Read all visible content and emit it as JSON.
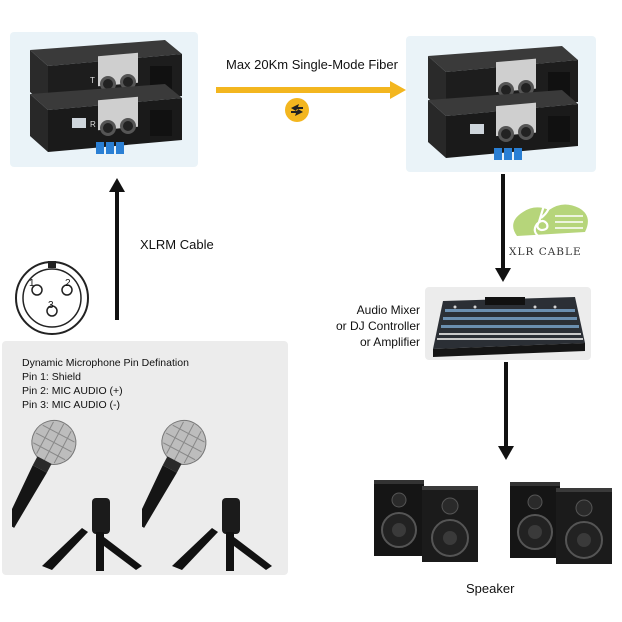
{
  "labels": {
    "fiber": "Max 20Km Single-Mode Fiber",
    "xlrm_cable": "XLRM Cable",
    "xlr_cable_logo": "XLR CABLE",
    "mixer_line1": "Audio Mixer",
    "mixer_line2": "or DJ Controller",
    "mixer_line3": "or Amplifier",
    "speaker": "Speaker"
  },
  "pinout": {
    "title": "Dynamic Microphone Pin Defination",
    "pins": [
      "Pin 1: Shield",
      "Pin 2: MIC AUDIO (+)",
      "Pin 3: MIC AUDIO (-)"
    ],
    "numbers": [
      "1",
      "2",
      "3"
    ]
  },
  "device_marks": {
    "top": "T",
    "bottom": "R"
  },
  "icons": {
    "fiber_badge": "bidirectional-arrows-icon",
    "logo": "treble-clef-icon",
    "connector": "xlr-connector-icon"
  },
  "colors": {
    "fiber_arrow": "#f3b61f",
    "panel_blue": "#eaf3f8",
    "panel_grey": "#ececec",
    "arrow": "#111111"
  }
}
